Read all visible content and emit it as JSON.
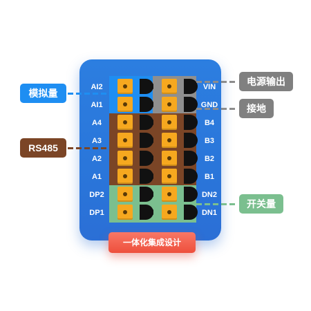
{
  "left_labels": [
    "AI2",
    "AI1",
    "A4",
    "A3",
    "A2",
    "A1",
    "DP2",
    "DP1"
  ],
  "right_labels": [
    "VIN",
    "GND",
    "B4",
    "B3",
    "B2",
    "B1",
    "DN2",
    "DN1"
  ],
  "callouts": {
    "analog": "模拟量",
    "rs485": "RS485",
    "power_input": "电源输出",
    "ground": "接地",
    "switch": "开关量"
  },
  "banner": "一体化集成设计",
  "colors": {
    "board_blue": "#2b78de",
    "analog_zone": "#1e8ef2",
    "power_zone": "#8c8c8c",
    "rs485_zone": "#7b4526",
    "switch_zone": "#7bbf8f",
    "terminal_orange": "#f6a81f",
    "banner_red": "#ef5542"
  }
}
